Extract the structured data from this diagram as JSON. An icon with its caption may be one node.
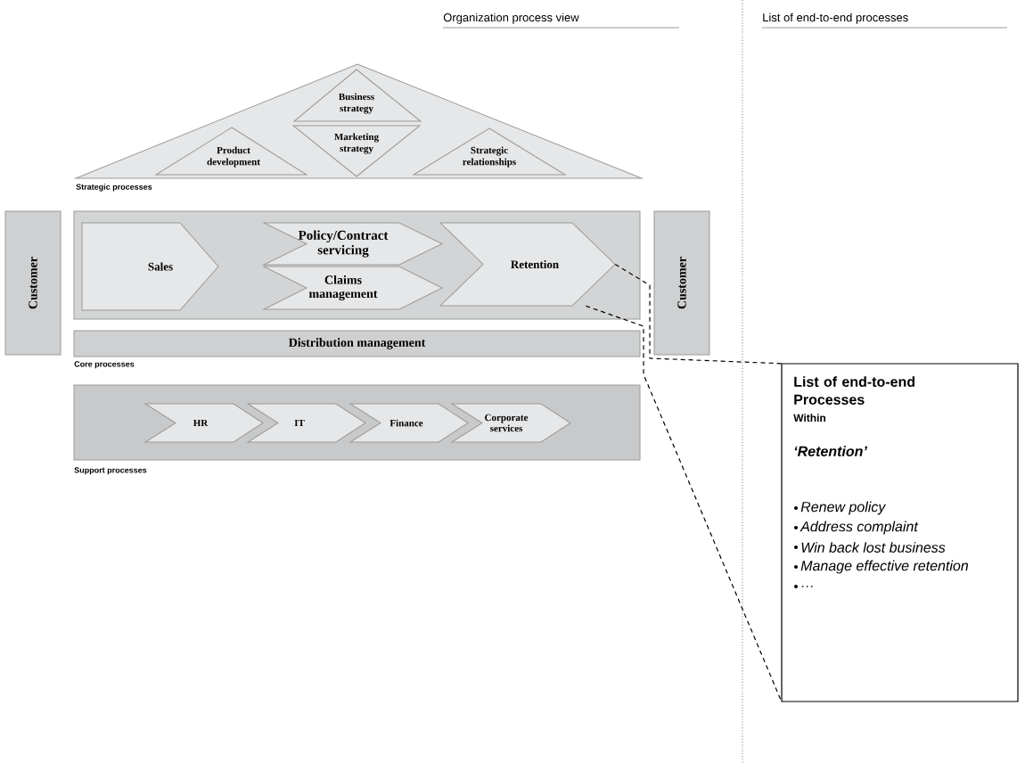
{
  "diagram": {
    "nodes": [
      {
        "text": [
          "Strategic processes"
        ]
      },
      {
        "text": [
          "Business strategy"
        ],
        "in": 0
      },
      {
        "text": [
          "Marketing strategy"
        ],
        "in": 0
      },
      {
        "text": [
          "Product development"
        ],
        "in": 0
      },
      {
        "text": [
          "Strategic relationships"
        ],
        "in": 0
      },
      {
        "text": [
          "Customer"
        ]
      },
      {
        "text": [],
        "shape": "box"
      },
      {
        "text": [
          "Sales"
        ],
        "in": 6
      },
      {
        "text": [
          "Policy/Contract servicing"
        ],
        "in": 6
      },
      {
        "text": [
          "Claims management"
        ],
        "in": 6
      },
      {
        "text": [
          "Retention"
        ],
        "in": 6
      },
      {
        "text": [
          "Customer"
        ]
      },
      {
        "text": [
          "Distribution management"
        ]
      },
      {
        "text": [
          "Support processes"
        ]
      },
      {
        "text": [
          "HR"
        ],
        "in": 13
      },
      {
        "text": [
          "IT"
        ],
        "in": 13
      },
      {
        "text": [
          "Finance"
        ],
        "in": 13
      },
      {
        "text": [
          "Corporate services"
        ],
        "in": 13
      },
      {
        "text": [
          "List of end-to-end Processes",
          "Within",
          "‘Retention’",
          "Renew policy",
          "Address complaint",
          "Win back lost business",
          "Manage effective retention",
          "…"
        ]
      }
    ],
    "edges": [
      {
        "from": 10,
        "to": 18,
        "arrow": "none",
        "style": "dashed"
      },
      {
        "from": 10,
        "to": 18,
        "arrow": "none",
        "style": "dashed"
      }
    ],
    "labels": [
      "Organization process view",
      "List of end-to-end processes",
      "Core processes"
    ]
  }
}
